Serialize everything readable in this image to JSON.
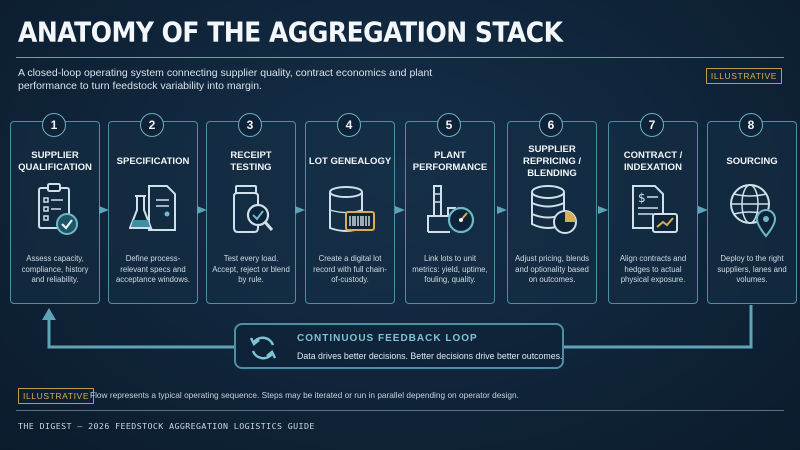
{
  "header": {
    "title": "ANATOMY OF THE AGGREGATION STACK",
    "intro": "A closed-loop operating system connecting supplier quality, contract economics and plant performance to turn feedstock variability into margin.",
    "badge": "ILLUSTRATIVE"
  },
  "steps": [
    {
      "num": "1",
      "title": "SUPPLIER QUALIFICATION",
      "desc": "Assess capacity, compliance, history and reliability.",
      "icon": "clipboard-check-icon"
    },
    {
      "num": "2",
      "title": "SPECIFICATION",
      "desc": "Define process-relevant specs and acceptance windows.",
      "icon": "flask-document-icon"
    },
    {
      "num": "3",
      "title": "RECEIPT TESTING",
      "desc": "Test every load. Accept, reject or blend by rule.",
      "icon": "jar-magnifier-icon"
    },
    {
      "num": "4",
      "title": "LOT GENEALOGY",
      "desc": "Create a digital lot record with full chain-of-custody.",
      "icon": "tank-barcode-icon"
    },
    {
      "num": "5",
      "title": "PLANT PERFORMANCE",
      "desc": "Link lots to unit metrics: yield, uptime, fouling, quality.",
      "icon": "plant-gauge-icon"
    },
    {
      "num": "6",
      "title": "SUPPLIER REPRICING / BLENDING",
      "desc": "Adjust pricing, blends and optionality based on outcomes.",
      "icon": "database-pie-icon"
    },
    {
      "num": "7",
      "title": "CONTRACT / INDEXATION",
      "desc": "Align contracts and hedges to actual physical exposure.",
      "icon": "contract-chart-icon"
    },
    {
      "num": "8",
      "title": "SOURCING",
      "desc": "Deploy to the right suppliers, lanes and volumes.",
      "icon": "globe-pin-icon"
    }
  ],
  "loop": {
    "title": "CONTINUOUS FEEDBACK LOOP",
    "subtitle": "Data drives better decisions. Better decisions drive better outcomes."
  },
  "note": {
    "badge": "ILLUSTRATIVE",
    "text": "Flow represents a typical operating sequence. Steps may be iterated or run in parallel depending on operator design."
  },
  "footer": "THE DIGEST — 2026 FEEDSTOCK AGGREGATION LOGISTICS GUIDE",
  "colors": {
    "accent": "#4d90a6",
    "gold": "#c29a43",
    "background": "#0f2338"
  }
}
